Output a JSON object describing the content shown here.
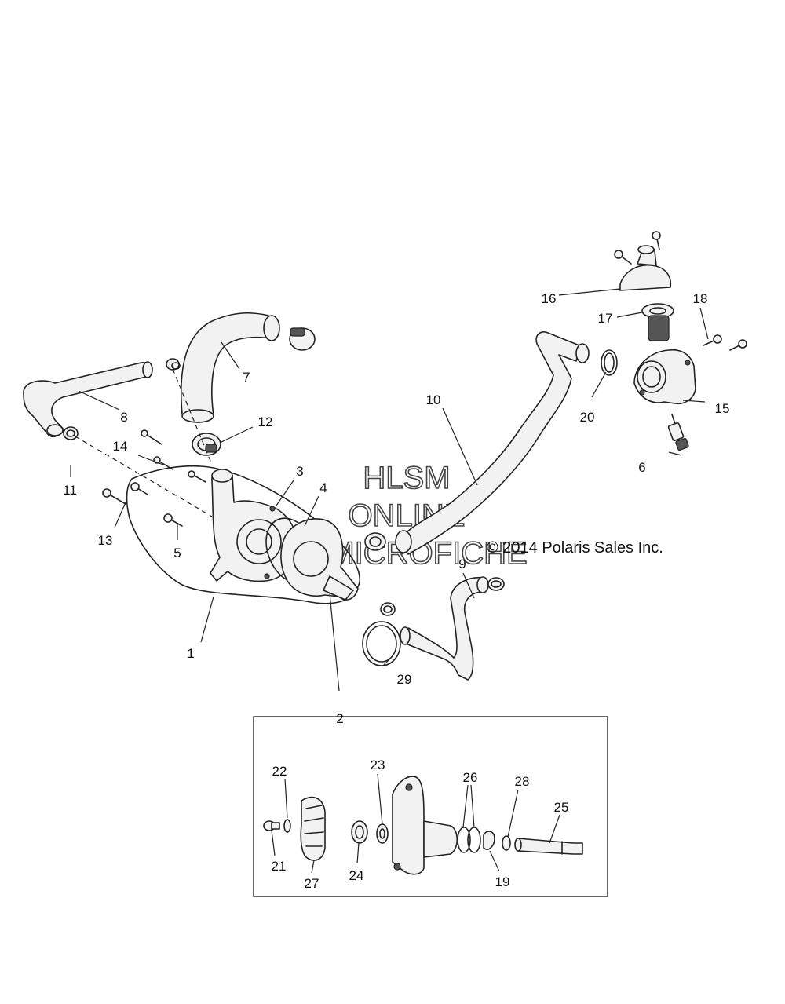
{
  "copyright": "© 2014 Polaris Sales Inc.",
  "watermark": {
    "line1": "HLSM",
    "line2": "ONLINE",
    "line3": "MICROFICHE"
  },
  "callouts": [
    "1",
    "2",
    "3",
    "4",
    "5",
    "6",
    "7",
    "8",
    "9",
    "10",
    "11",
    "12",
    "13",
    "14",
    "15",
    "16",
    "17",
    "18",
    "19",
    "20",
    "21",
    "22",
    "23",
    "24",
    "25",
    "26",
    "27",
    "28",
    "29"
  ]
}
